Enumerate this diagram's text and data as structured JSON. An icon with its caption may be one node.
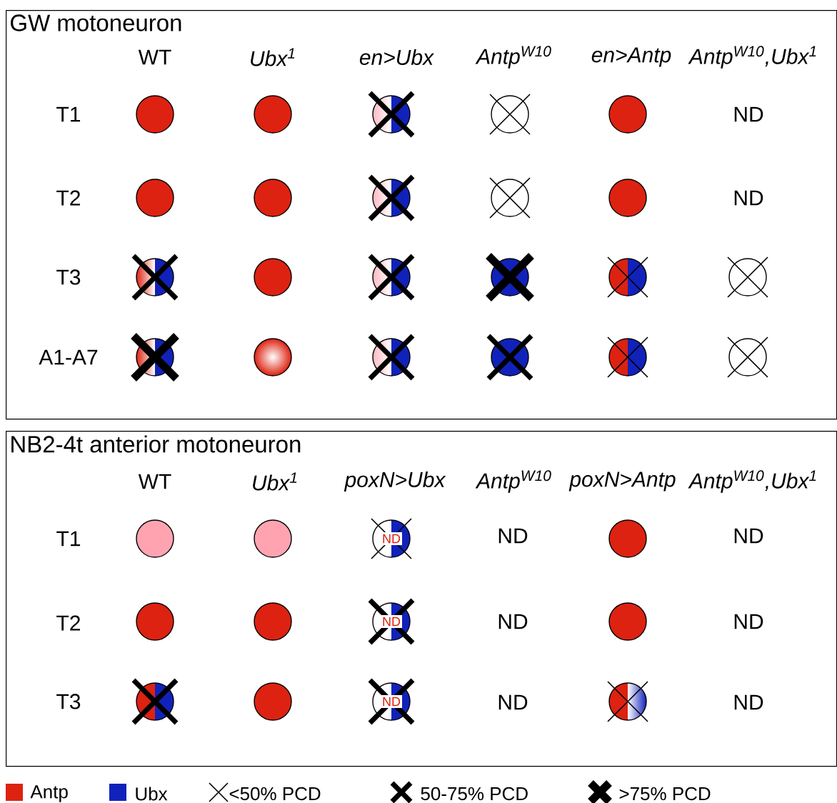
{
  "diagram": {
    "nodes": [
      {
        "text": [
          "GW motoneuron"
        ]
      },
      {
        "text": [],
        "shape": "circle",
        "in": 0
      },
      {
        "text": [],
        "shape": "circle",
        "in": 0
      },
      {
        "text": [],
        "shape": "circle",
        "in": 0
      },
      {
        "text": [],
        "shape": "circle",
        "in": 0
      },
      {
        "text": [],
        "shape": "circle",
        "in": 0
      },
      {
        "text": [],
        "shape": "circle",
        "in": 0
      },
      {
        "text": [],
        "shape": "circle",
        "in": 0
      },
      {
        "text": [],
        "shape": "circle",
        "in": 0
      },
      {
        "text": [],
        "shape": "circle",
        "in": 0
      },
      {
        "text": [],
        "shape": "circle",
        "in": 0
      },
      {
        "text": [],
        "shape": "circle",
        "in": 0
      },
      {
        "text": [],
        "shape": "circle",
        "in": 0
      },
      {
        "text": [],
        "shape": "circle",
        "in": 0
      },
      {
        "text": [],
        "shape": "circle",
        "in": 0
      },
      {
        "text": [],
        "shape": "circle",
        "in": 0
      },
      {
        "text": [],
        "shape": "circle",
        "in": 0
      },
      {
        "text": [],
        "shape": "circle",
        "in": 0
      },
      {
        "text": [],
        "shape": "circle",
        "in": 0
      },
      {
        "text": [],
        "shape": "circle",
        "in": 0
      },
      {
        "text": [],
        "shape": "circle",
        "in": 0
      },
      {
        "text": [],
        "shape": "circle",
        "in": 0
      },
      {
        "text": [],
        "shape": "circle",
        "in": 0
      },
      {
        "text": [
          "NB2-4t anterior motoneuron"
        ]
      },
      {
        "text": [],
        "shape": "circle",
        "in": 23
      },
      {
        "text": [],
        "shape": "circle",
        "in": 23
      },
      {
        "text": [
          "ND"
        ],
        "in": 23
      },
      {
        "text": [],
        "shape": "circle",
        "in": 23
      },
      {
        "text": [],
        "shape": "circle",
        "in": 23
      },
      {
        "text": [],
        "shape": "circle",
        "in": 23
      },
      {
        "text": [
          "ND"
        ],
        "in": 23
      },
      {
        "text": [],
        "shape": "circle",
        "in": 23
      },
      {
        "text": [],
        "shape": "circle",
        "in": 23
      },
      {
        "text": [],
        "shape": "circle",
        "in": 23
      },
      {
        "text": [
          "ND"
        ],
        "in": 23
      },
      {
        "text": [],
        "shape": "circle",
        "in": 23
      }
    ],
    "labels": [
      "WT",
      "Ubx$^{1}$",
      "en>Ubx",
      "Antp$^{W10}$",
      "en>Antp",
      "Antp$^{W10}$,Ubx$^{1}$",
      "T1",
      "ND",
      "T2",
      "ND",
      "T3",
      "A1-A7",
      "WT",
      "Ubx$^{1}$",
      "poxN>Ubx",
      "Antp$^{W10}$",
      "poxN>Antp",
      "Antp$^{W10}$,Ubx$^{1}$",
      "T1",
      "ND",
      "ND",
      "T2",
      "ND",
      "ND",
      "T3",
      "ND",
      "ND"
    ],
    "legend": [
      {
        "text": "Antp",
        "color": "#dd2211"
      },
      {
        "text": "Ubx",
        "color": "#1122bb"
      },
      {
        "text": "<50% PCD"
      },
      {
        "text": "50-75% PCD"
      },
      {
        "text": ">75% PCD"
      }
    ]
  }
}
